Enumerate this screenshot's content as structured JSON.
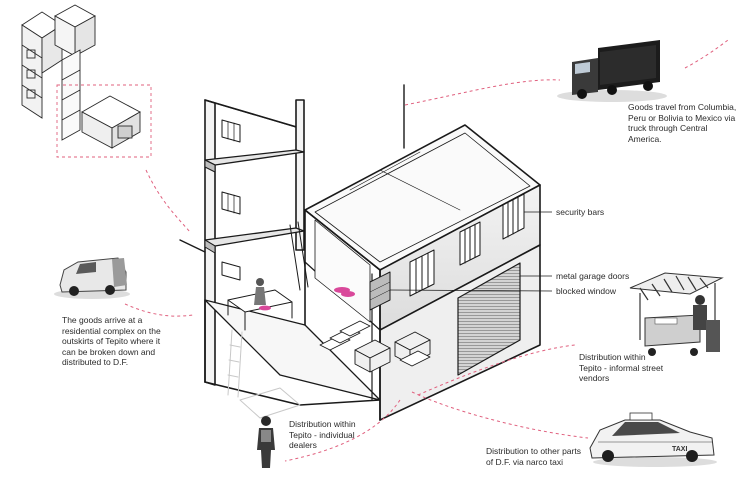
{
  "labels": {
    "security_bars": "security bars",
    "metal_garage_doors": "metal garage doors",
    "blocked_window": "blocked window",
    "taxi_sign": "TAXI"
  },
  "captions": {
    "truck": "Goods travel from Columbia, Peru or Bolivia to Mexico via truck through Central America.",
    "van": "The goods arrive at a residential complex on the outskirts of Tepito where it can be broken down and distributed to D.F.",
    "street_vendors": "Distribution within Tepito - informal street vendors",
    "individual_dealers": "Distribution within Tepito - individual dealers",
    "narco_taxi": "Distribution to other parts of D.F. via narco taxi"
  },
  "colors": {
    "line": "#1a1a1a",
    "dashed_path": "#e0607e",
    "highlight": "#d9489a",
    "ghost": "#c8c8c8"
  },
  "icons": [
    "truck-icon",
    "van-icon",
    "street-cart-icon",
    "person-icon",
    "taxi-icon"
  ]
}
